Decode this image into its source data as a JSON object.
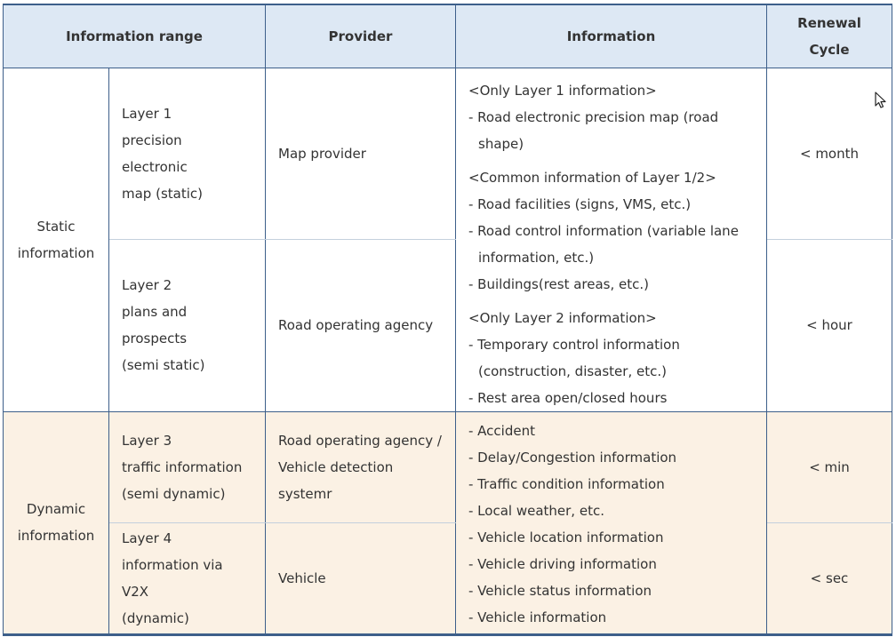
{
  "table": {
    "headers": {
      "range": "Information range",
      "provider": "Provider",
      "information": "Information",
      "renewal": "Renewal\nCycle"
    },
    "groups": {
      "static": "Static\ninformation",
      "dynamic": "Dynamic\ninformation"
    },
    "rows": [
      {
        "layer": "Layer 1\nprecision\nelectronic\nmap (static)",
        "provider": "Map provider",
        "renewal": "< month"
      },
      {
        "layer": "Layer 2\nplans and\nprospects\n(semi static)",
        "provider": "Road operating agency",
        "renewal": "< hour"
      },
      {
        "layer": "Layer 3\ntraffic information\n(semi dynamic)",
        "provider": "Road operating agency /\nVehicle detection\nsystemr",
        "renewal": "< min"
      },
      {
        "layer": "Layer 4\ninformation via V2X\n(dynamic)",
        "provider": "Vehicle",
        "renewal": "< sec"
      }
    ],
    "static_info": {
      "layer1_heading": "<Only Layer 1 information>",
      "layer1_items": [
        "- Road electronic precision map (road shape)"
      ],
      "common_heading": "<Common information of Layer 1/2>",
      "common_items": [
        "- Road facilities (signs, VMS, etc.)",
        "- Road control information (variable lane information, etc.)",
        "- Buildings(rest areas, etc.)"
      ],
      "layer2_heading": "<Only Layer 2 information>",
      "layer2_items": [
        "- Temporary control information (construction, disaster, etc.)",
        "- Rest area open/closed hours"
      ]
    },
    "dynamic_info": [
      "- Accident",
      "- Delay/Congestion information",
      "- Traffic condition information",
      "- Local weather, etc.",
      "- Vehicle location information",
      "- Vehicle driving information",
      "- Vehicle status information",
      "- Vehicle information"
    ]
  }
}
